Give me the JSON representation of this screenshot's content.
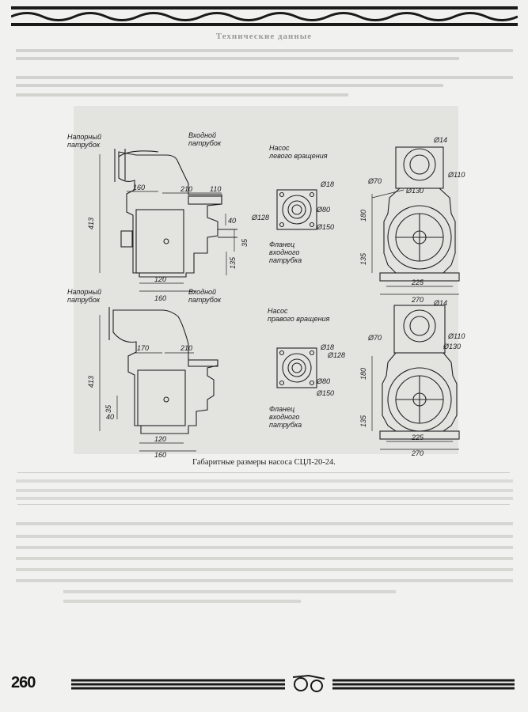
{
  "header": {
    "section_title": "Технические данные"
  },
  "figure": {
    "caption": "Габаритные размеры насоса СЦЛ-20-24.",
    "labels": {
      "discharge_branch": "Напорный\nпатрубок",
      "inlet_branch": "Входной\nпатрубок",
      "pump_left": "Насос\nлевого вращения",
      "pump_right": "Насос\nправого вращения",
      "inlet_flange": "Фланец\nвходного\nпатрубка"
    },
    "dims_top_left": [
      "413",
      "160",
      "210",
      "110",
      "40",
      "35",
      "135",
      "120",
      "160"
    ],
    "dims_bottom_left": [
      "413",
      "170",
      "210",
      "35",
      "40",
      "120",
      "160"
    ],
    "dims_flange_top": [
      "18",
      "128",
      "80",
      "150"
    ],
    "dims_flange_bottom": [
      "18",
      "128",
      "80",
      "150"
    ],
    "dims_right_top": [
      "14",
      "70",
      "110",
      "130",
      "180",
      "135",
      "225",
      "270"
    ],
    "dims_right_bottom": [
      "14",
      "70",
      "110",
      "130",
      "180",
      "135",
      "225",
      "270"
    ]
  },
  "footer": {
    "page_number": "260"
  }
}
